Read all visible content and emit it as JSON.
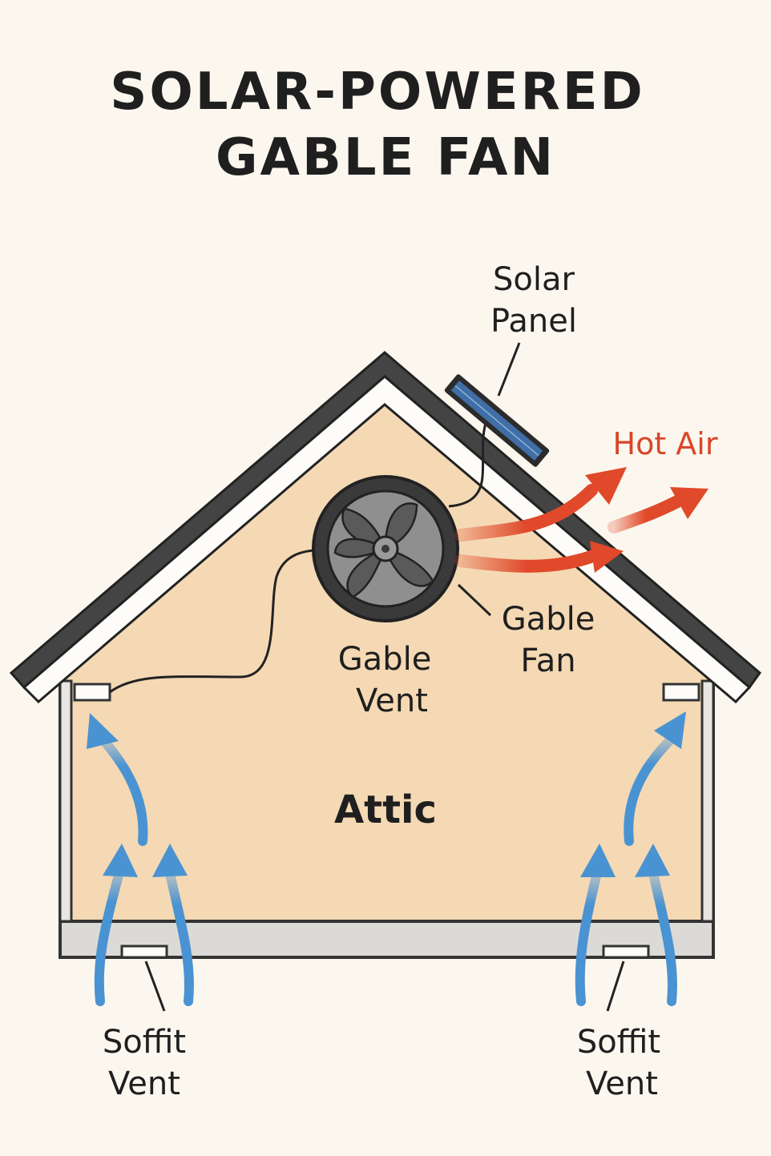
{
  "title": {
    "line1": "SOLAR-POWERED",
    "line2": "GABLE FAN"
  },
  "labels": {
    "solar_panel": [
      "Solar",
      "Panel"
    ],
    "hot_air": "Hot Air",
    "gable_fan": [
      "Gable",
      "Fan"
    ],
    "gable_vent": [
      "Gable",
      "Vent"
    ],
    "attic": "Attic",
    "soffit_vent_left": [
      "Soffit",
      "Vent"
    ],
    "soffit_vent_right": [
      "Soffit",
      "Vent"
    ]
  },
  "colors": {
    "background": "#fbf7ee",
    "attic_fill": "#f4d9b4",
    "roof": "#444444",
    "hot_air": "#e0492a",
    "cool_air": "#4a93d2",
    "fan_body": "#3a3a3a"
  },
  "icons": {
    "fan": "fan-icon",
    "solar_panel": "solar-panel-icon"
  }
}
